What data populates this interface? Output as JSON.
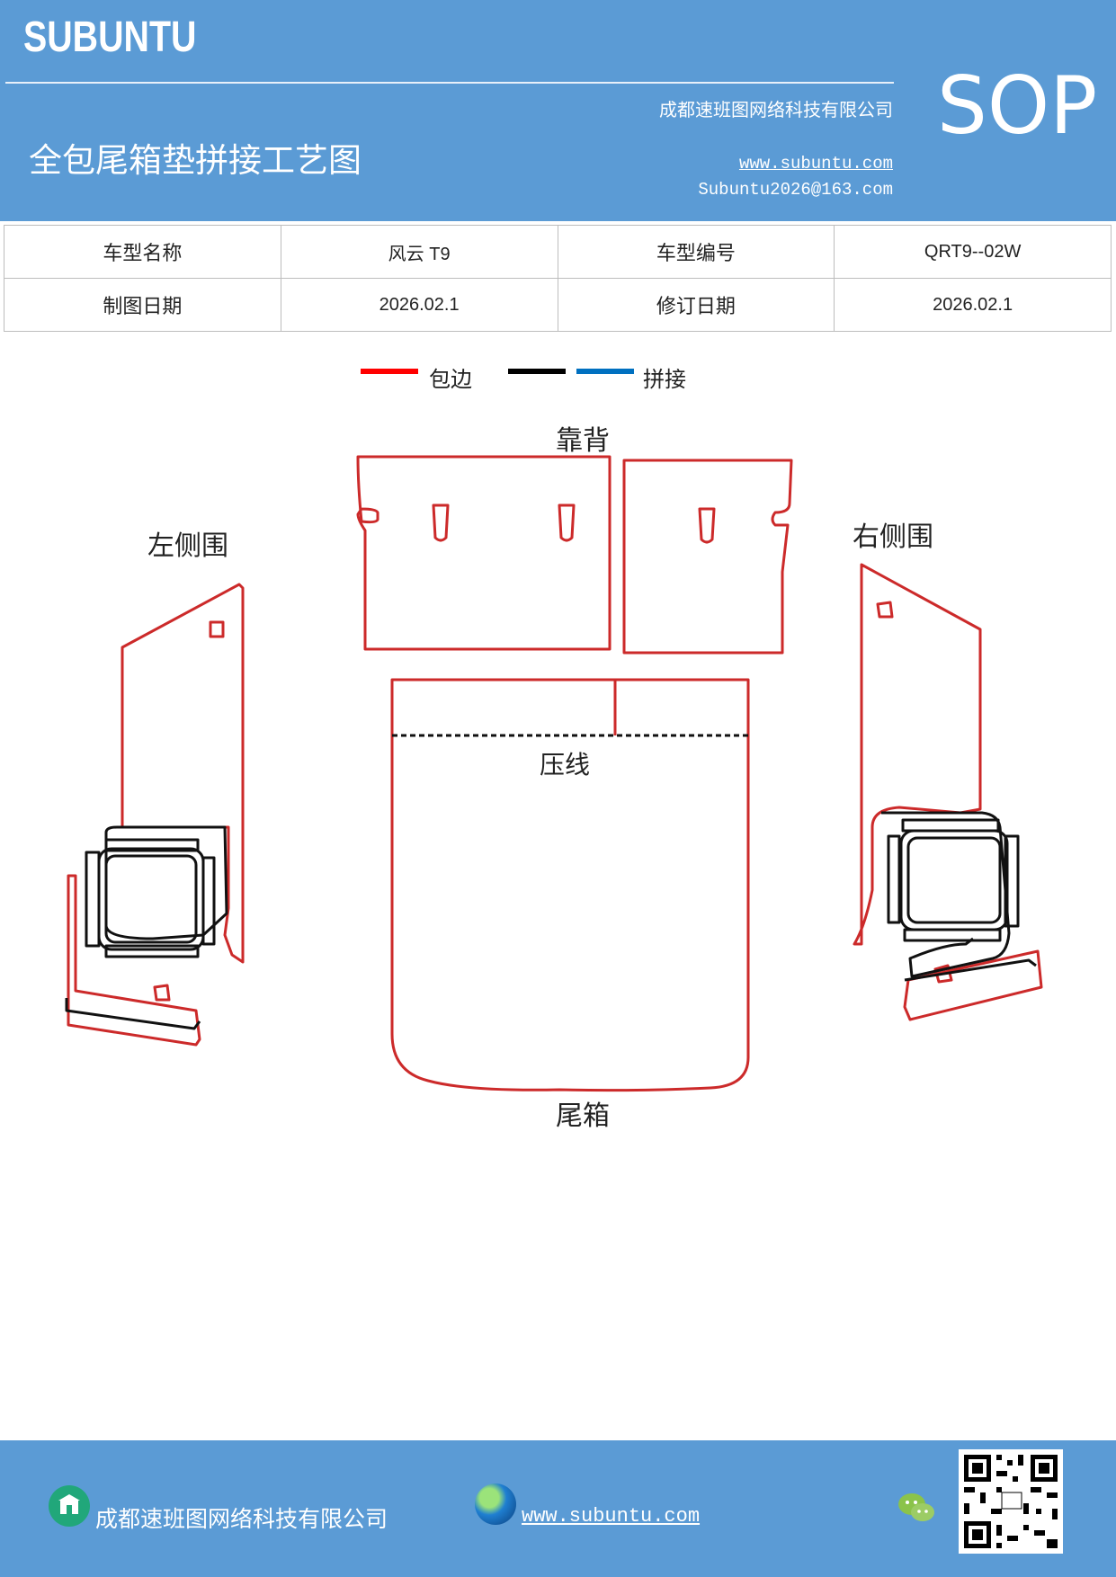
{
  "header": {
    "logo": "SUBUNTU",
    "company": "成都速班图网络科技有限公司",
    "title": "全包尾箱垫拼接工艺图",
    "website": "www.subuntu.com",
    "email": "Subuntu2026@163.com",
    "badge": "SOP"
  },
  "info_table": {
    "rows": [
      [
        "车型名称",
        "风云 T9",
        "车型编号",
        "QRT9--02W"
      ],
      [
        "制图日期",
        "2026.02.1",
        "修订日期",
        "2026.02.1"
      ]
    ]
  },
  "legend": {
    "items": [
      {
        "label": "包边",
        "color": "#ff0000"
      },
      {
        "label": "",
        "color": "#000000"
      },
      {
        "label": "拼接",
        "color": "#0070c0"
      }
    ]
  },
  "diagram": {
    "labels": {
      "backrest": "靠背",
      "left_side": "左侧围",
      "right_side": "右侧围",
      "crease": "压线",
      "trunk": "尾箱"
    },
    "colors": {
      "edge": "#cc2a2a",
      "seam": "#111111"
    }
  },
  "footer": {
    "company": "成都速班图网络科技有限公司",
    "website": "www.subuntu.com"
  }
}
